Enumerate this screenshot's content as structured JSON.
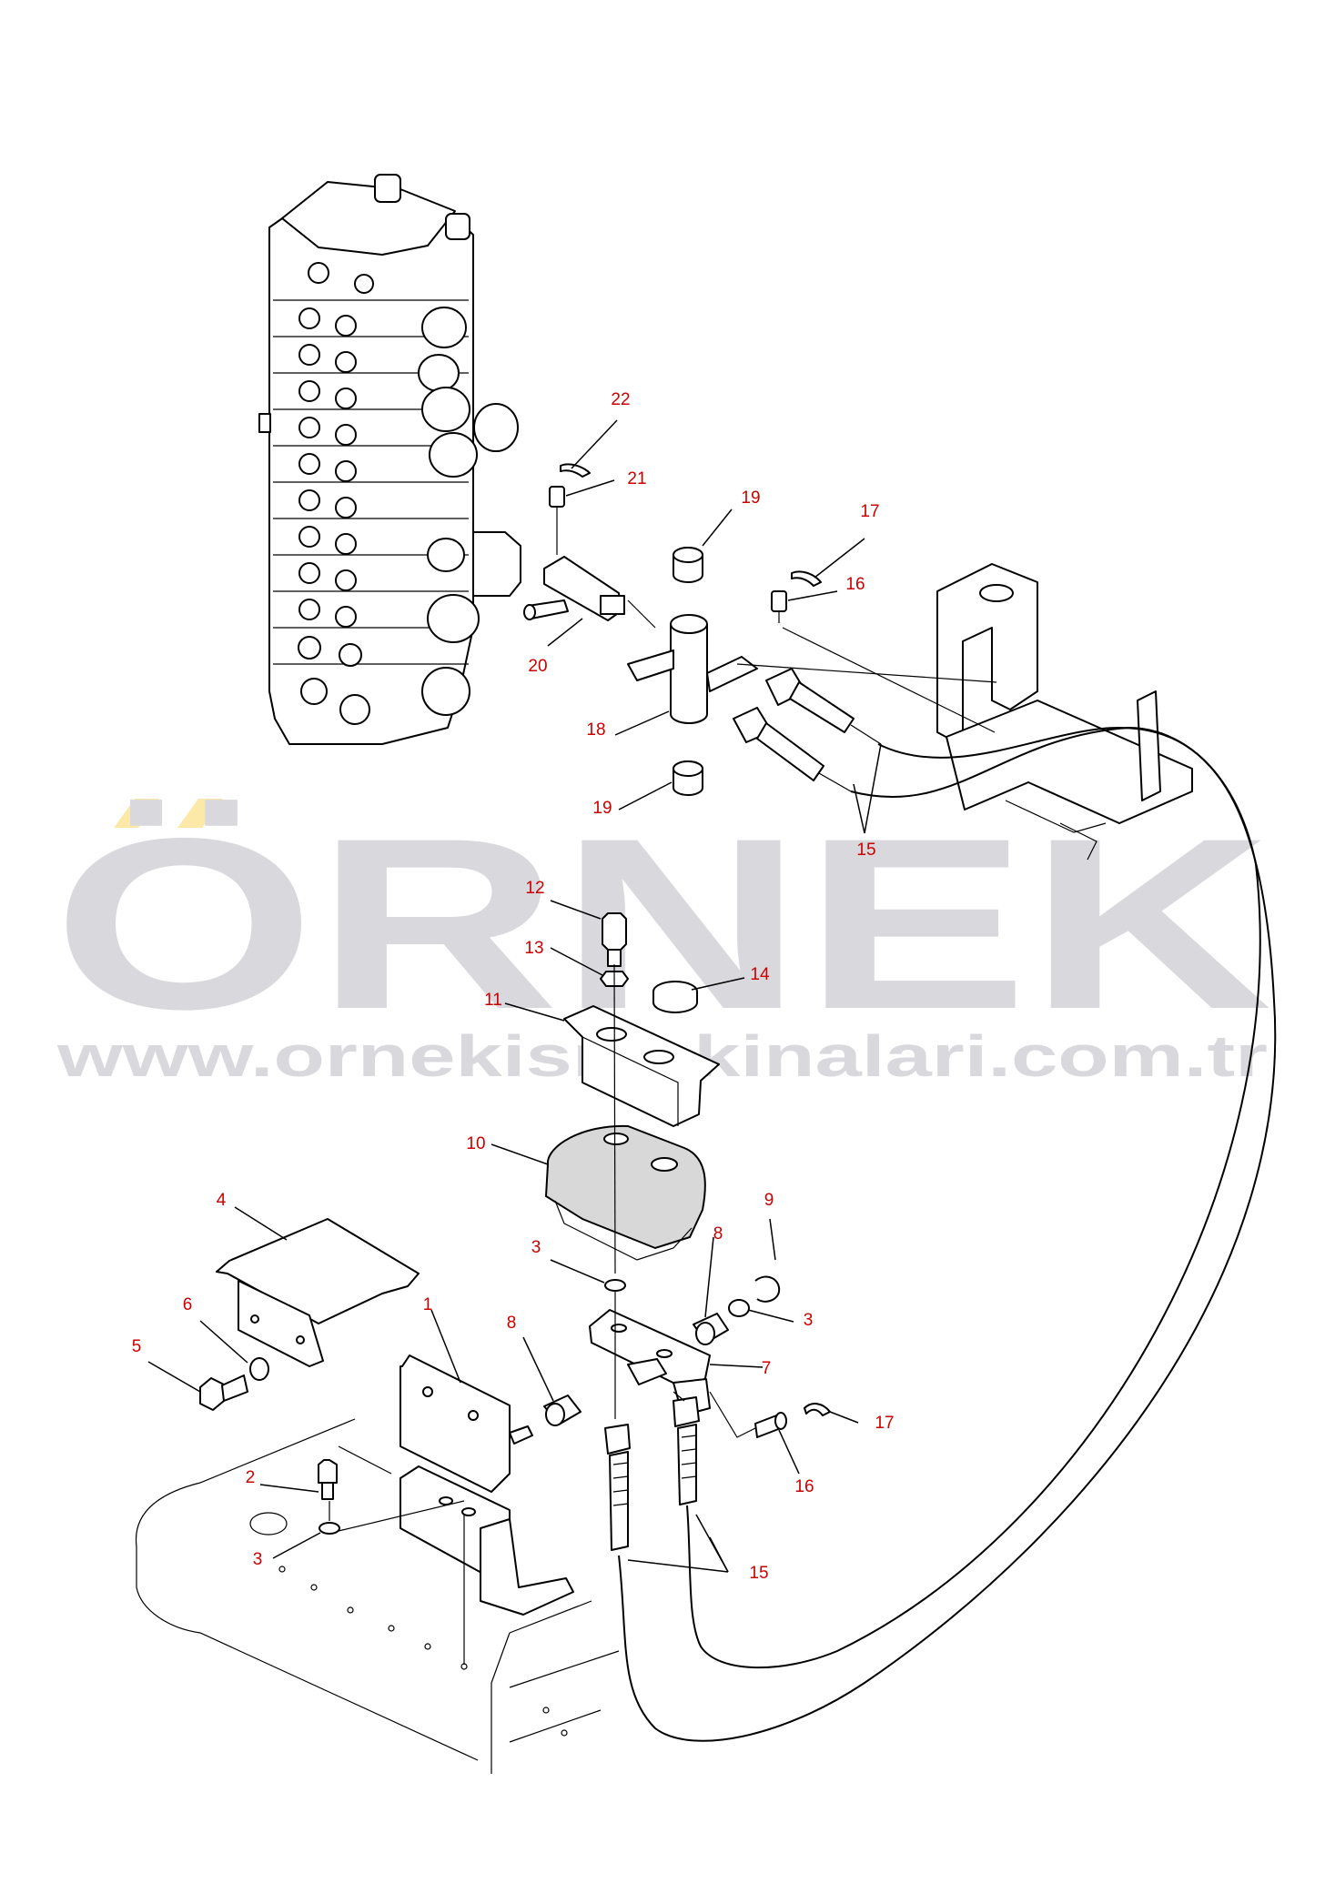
{
  "watermark": {
    "brand": "ÖRNEK",
    "url": "www.ornekismakinalari.com.tr",
    "text_color": "#d9d8dc",
    "accent_color": "#fce9a8"
  },
  "colors": {
    "label": "#cc0000",
    "line": "#000000"
  },
  "callouts": [
    {
      "id": "c22",
      "text": "22"
    },
    {
      "id": "c21",
      "text": "21"
    },
    {
      "id": "c19a",
      "text": "19"
    },
    {
      "id": "c17a",
      "text": "17"
    },
    {
      "id": "c16a",
      "text": "16"
    },
    {
      "id": "c20",
      "text": "20"
    },
    {
      "id": "c18",
      "text": "18"
    },
    {
      "id": "c19b",
      "text": "19"
    },
    {
      "id": "c15a",
      "text": "15"
    },
    {
      "id": "c12",
      "text": "12"
    },
    {
      "id": "c13",
      "text": "13"
    },
    {
      "id": "c14",
      "text": "14"
    },
    {
      "id": "c11",
      "text": "11"
    },
    {
      "id": "c10",
      "text": "10"
    },
    {
      "id": "c4",
      "text": "4"
    },
    {
      "id": "c9",
      "text": "9"
    },
    {
      "id": "c8a",
      "text": "8"
    },
    {
      "id": "c3a",
      "text": "3"
    },
    {
      "id": "c3b",
      "text": "3"
    },
    {
      "id": "c6",
      "text": "6"
    },
    {
      "id": "c1",
      "text": "1"
    },
    {
      "id": "c7",
      "text": "7"
    },
    {
      "id": "c8b",
      "text": "8"
    },
    {
      "id": "c5",
      "text": "5"
    },
    {
      "id": "c17b",
      "text": "17"
    },
    {
      "id": "c16b",
      "text": "16"
    },
    {
      "id": "c2",
      "text": "2"
    },
    {
      "id": "c3c",
      "text": "3"
    },
    {
      "id": "c15b",
      "text": "15"
    }
  ]
}
